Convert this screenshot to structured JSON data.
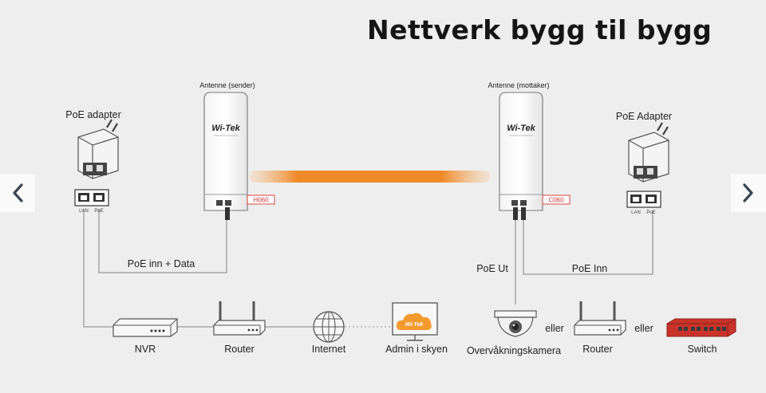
{
  "title": "Nettverk bygg til bygg",
  "nav": {
    "prev_icon": "chevron-left-icon",
    "next_icon": "chevron-right-icon"
  },
  "antenna_sender": {
    "label": "Antenne (sender)",
    "brand": "Wi-Tek",
    "tag": "H060"
  },
  "antenna_receiver": {
    "label": "Antenne (mottaker)",
    "brand": "Wi-Tek",
    "tag": "C060"
  },
  "poe_left": {
    "label": "PoE adapter",
    "port_lan": "LAN",
    "port_poe": "PoE"
  },
  "poe_right": {
    "label": "PoE Adapter",
    "port_lan": "LAN",
    "port_poe": "PoE"
  },
  "links": {
    "left_cable": "PoE inn + Data",
    "poe_out": "PoE Ut",
    "poe_in": "PoE Inn"
  },
  "devices": {
    "nvr": "NVR",
    "router_left": "Router",
    "internet": "Internet",
    "cloud": "Admin i skyen",
    "cloud_brand": "Wi-Tek",
    "camera": "Overvåkningskamera",
    "router_right": "Router",
    "switch": "Switch"
  },
  "or_1": "eller",
  "or_2": "eller",
  "colors": {
    "beam": "#ef8a2a",
    "cloud": "#f29a2e",
    "switch": "#c8342a",
    "tag": "#d0342c"
  }
}
